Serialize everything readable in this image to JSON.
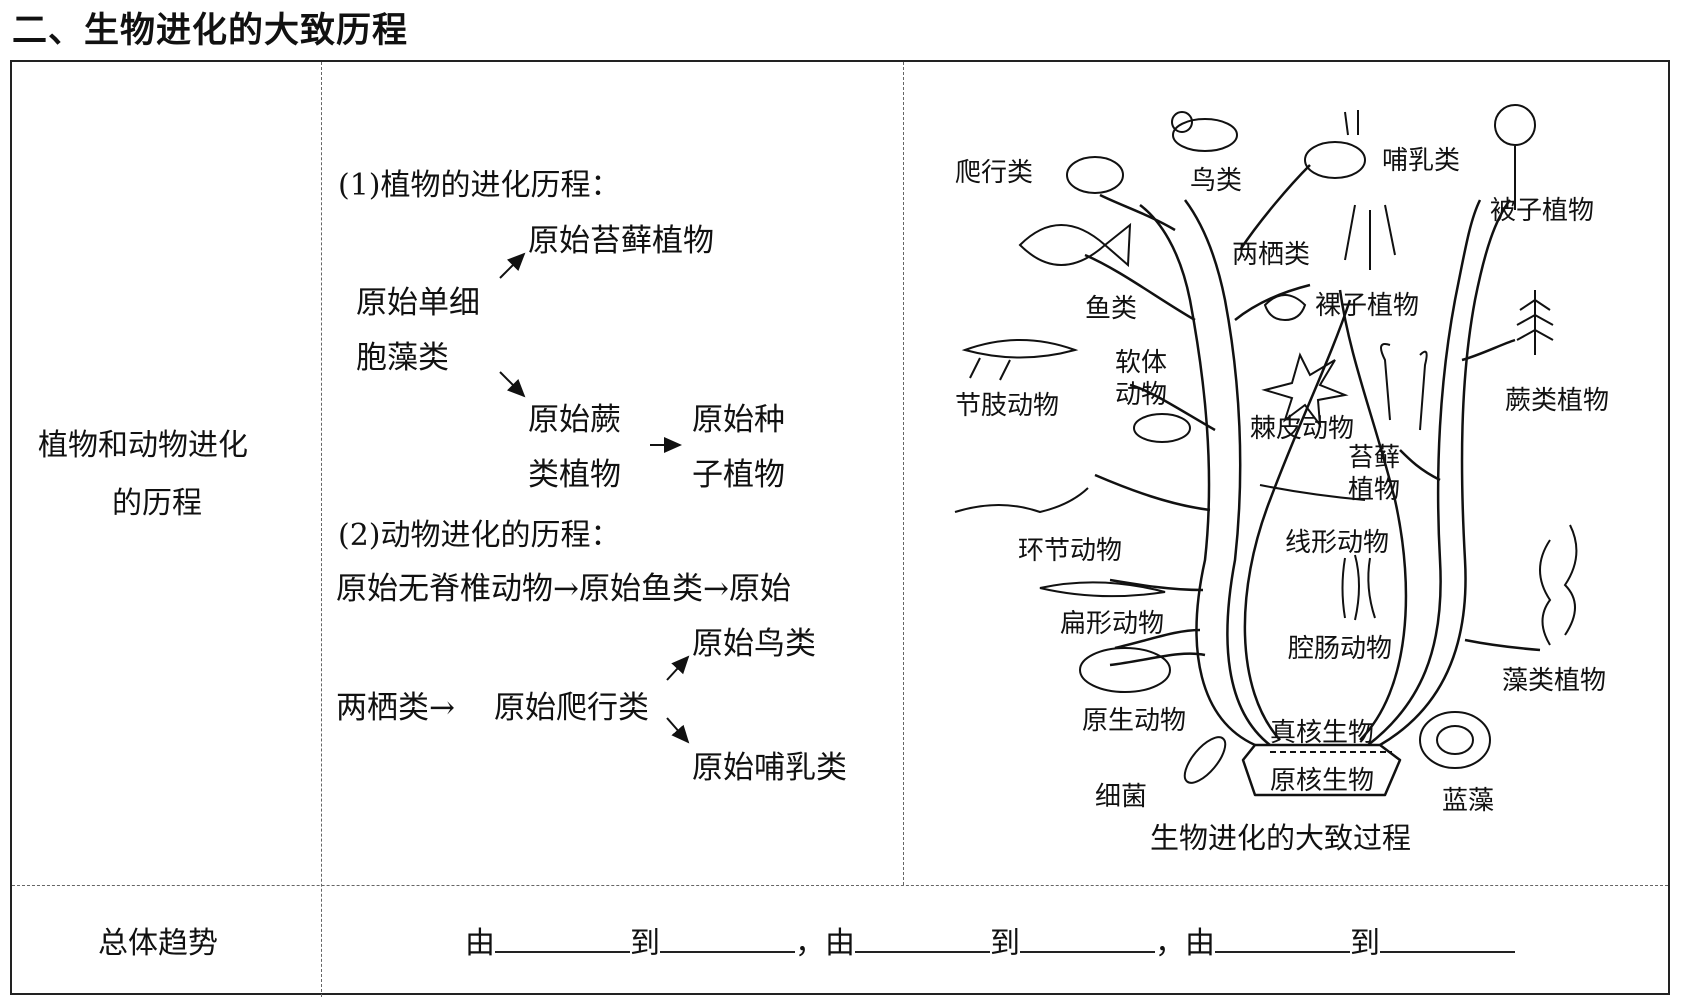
{
  "heading": "二、生物进化的大致历程",
  "row1": {
    "label_line1": "植物和动物进化",
    "label_line2": "的历程",
    "plants": {
      "heading": "(1)植物的进化历程：",
      "origin_line1": "原始单细",
      "origin_line2": "胞藻类",
      "moss": "原始苔藓植物",
      "fern_line1": "原始蕨",
      "fern_line2": "类植物",
      "seed_line1": "原始种",
      "seed_line2": "子植物"
    },
    "animals": {
      "heading": "(2)动物进化的历程：",
      "chain": "原始无脊椎动物→原始鱼类→原始",
      "amphibian": "两栖类→",
      "reptile": "原始爬行类",
      "bird": "原始鸟类",
      "mammal": "原始哺乳类"
    }
  },
  "tree": {
    "caption": "生物进化的大致过程",
    "labels": {
      "reptiles": "爬行类",
      "birds": "鸟类",
      "mammals": "哺乳类",
      "angiosperms": "被子植物",
      "fish": "鱼类",
      "amphibians": "两栖类",
      "gymnosperms": "裸子植物",
      "arthropods": "节肢动物",
      "mollusc_line1": "软体",
      "mollusc_line2": "动物",
      "echinoderms": "棘皮动物",
      "ferns": "蕨类植物",
      "moss_line1": "苔藓",
      "moss_line2": "植物",
      "annelids": "环节动物",
      "nematodes": "线形动物",
      "flatworms": "扁形动物",
      "coelenterates": "腔肠动物",
      "algae": "藻类植物",
      "protozoa": "原生动物",
      "eukaryotes": "真核生物",
      "prokaryotes": "原核生物",
      "bacteria": "细菌",
      "cyanobacteria": "蓝藻"
    }
  },
  "row2": {
    "label": "总体趋势",
    "word_from": "由",
    "word_to": "到",
    "comma": "，"
  }
}
